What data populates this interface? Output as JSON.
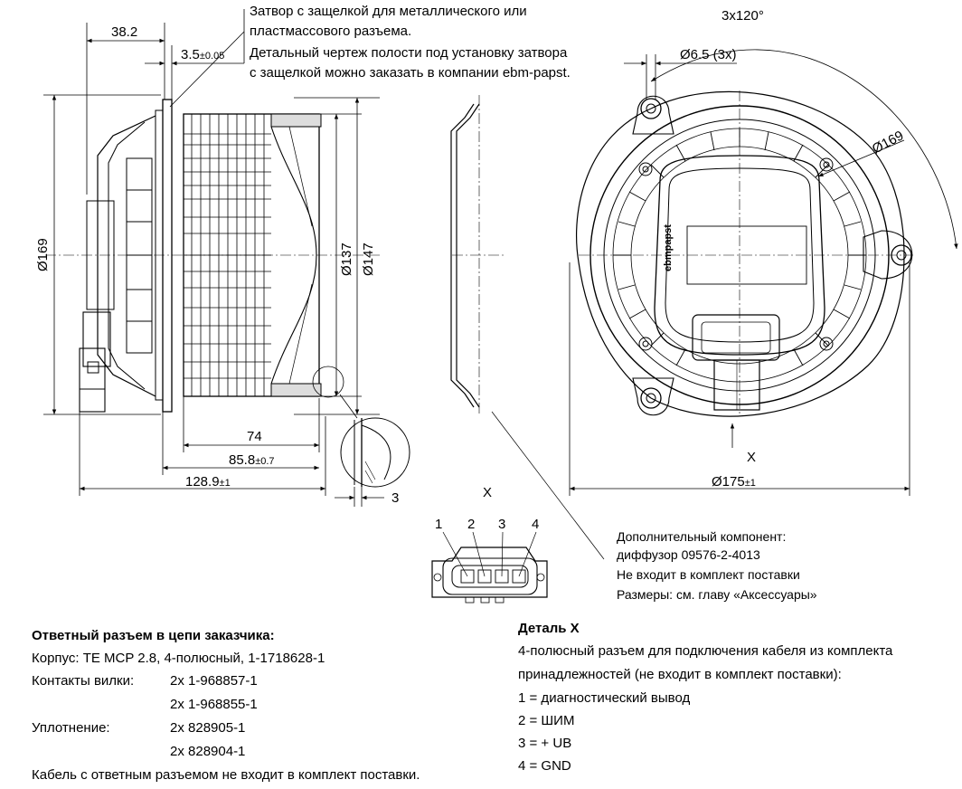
{
  "top_note": {
    "line1": "Затвор с защелкой для металлического или",
    "line2": "пластмассового разъема.",
    "line3": "Детальный чертеж полости под установку затвора",
    "line4": "с защелкой можно заказать в компании ebm-papst."
  },
  "dimensions": {
    "d38_2": "38.2",
    "d3_5": "3.5",
    "d3_5_tol": "±0.05",
    "d169_left": "Ø169",
    "d137": "Ø137",
    "d147": "Ø147",
    "d74": "74",
    "d85_8": "85.8",
    "d85_8_tol": "±0.7",
    "d128_9": "128.9",
    "d128_9_tol": "±1",
    "d3": "3",
    "d3x120": "3x120°",
    "d6_5": "Ø6.5 (3x)",
    "d169_right": "Ø169",
    "d175": "Ø175",
    "d175_tol": "±1"
  },
  "view_labels": {
    "x_arrow": "X",
    "x_detail": "X",
    "logo": "ebmpapst"
  },
  "pins": [
    "1",
    "2",
    "3",
    "4"
  ],
  "diffuser_note": {
    "line1": "Дополнительный компонент:",
    "line2": "диффузор 09576-2-4013",
    "line3": "Не входит в комплект поставки",
    "line4": "Размеры: см. главу «Аксессуары»"
  },
  "mating": {
    "title": "Ответный разъем в цепи заказчика:",
    "housing": "Корпус: TE MCP 2.8, 4-полюсный, 1-1718628-1",
    "contacts_label": "Контакты вилки:",
    "contacts_1": "2x 1-968857-1",
    "contacts_2": "2x 1-968855-1",
    "seal_label": "Уплотнение:",
    "seal_1": "2x 828905-1",
    "seal_2": "2x 828904-1",
    "footer": "Кабель с ответным разъемом не входит в комплект поставки."
  },
  "detail_x": {
    "title": "Деталь X",
    "line1": "4-полюсный разъем для подключения кабеля из комплекта",
    "line2": "принадлежностей (не входит в комплект поставки):",
    "pin1": "1 = диагностический вывод",
    "pin2": "2 = ШИМ",
    "pin3": "3 = + UB",
    "pin4": "4 = GND"
  }
}
